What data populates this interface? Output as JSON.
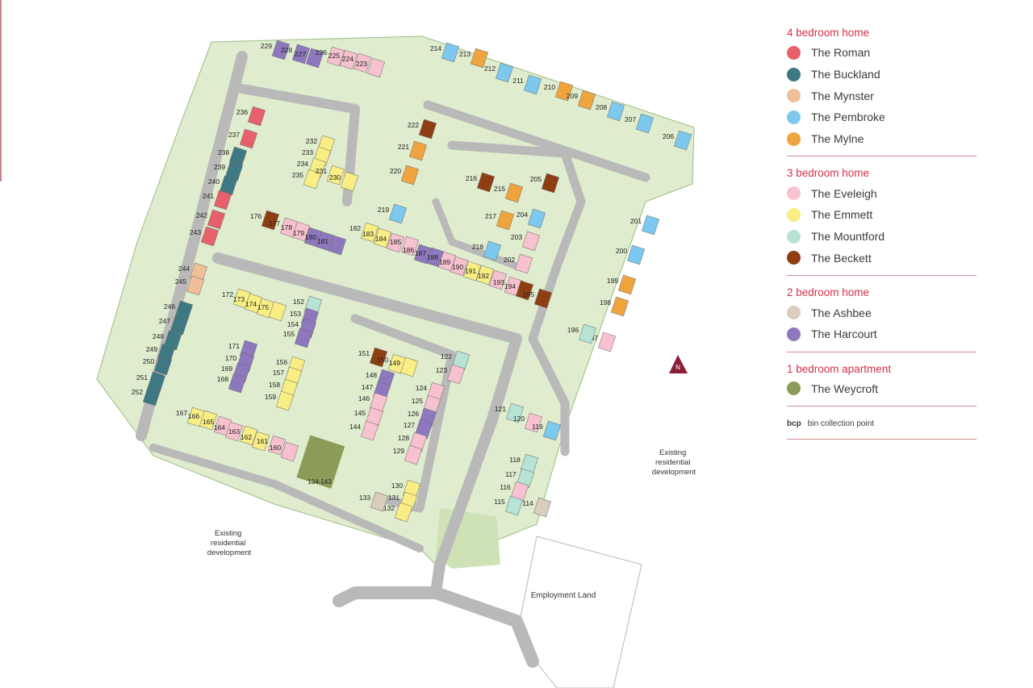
{
  "legend": {
    "sections": [
      {
        "title": "4 bedroom home",
        "items": [
          {
            "label": "The Roman",
            "color": "#e8606c"
          },
          {
            "label": "The Buckland",
            "color": "#3e7983"
          },
          {
            "label": "The Mynster",
            "color": "#efbf97"
          },
          {
            "label": "The Pembroke",
            "color": "#7cc8ee"
          },
          {
            "label": "The Mylne",
            "color": "#f0a43e"
          }
        ]
      },
      {
        "title": "3 bedroom home",
        "items": [
          {
            "label": "The Eveleigh",
            "color": "#f7c1cf"
          },
          {
            "label": "The Emmett",
            "color": "#f8ee84"
          },
          {
            "label": "The Mountford",
            "color": "#b6e3d6"
          },
          {
            "label": "The Beckett",
            "color": "#8f3d12"
          }
        ]
      },
      {
        "title": "2 bedroom home",
        "items": [
          {
            "label": "The Ashbee",
            "color": "#dacdbd"
          },
          {
            "label": "The Harcourt",
            "color": "#8e78bd"
          }
        ]
      },
      {
        "title": "1 bedroom apartment",
        "items": [
          {
            "label": "The Weycroft",
            "color": "#8a9c58"
          }
        ]
      }
    ],
    "bcp": {
      "key": "bcp",
      "text": "bin collection point"
    }
  },
  "map": {
    "labels": {
      "existing_left": [
        "Existing",
        "residential",
        "development"
      ],
      "existing_right": [
        "Existing",
        "residential",
        "development"
      ],
      "employment": "Employment Land",
      "north": "N",
      "apartment_block": "134-143"
    },
    "plots": [
      {
        "n": "229",
        "t": "The Harcourt"
      },
      {
        "n": "228",
        "t": "The Harcourt"
      },
      {
        "n": "227",
        "t": "The Harcourt"
      },
      {
        "n": "226",
        "t": "The Eveleigh"
      },
      {
        "n": "225",
        "t": "The Eveleigh"
      },
      {
        "n": "224",
        "t": "The Eveleigh"
      },
      {
        "n": "223",
        "t": "The Eveleigh"
      },
      {
        "n": "236",
        "t": "The Roman"
      },
      {
        "n": "237",
        "t": "The Roman"
      },
      {
        "n": "238",
        "t": "The Buckland"
      },
      {
        "n": "239",
        "t": "The Buckland"
      },
      {
        "n": "240",
        "t": "The Buckland"
      },
      {
        "n": "241",
        "t": "The Roman"
      },
      {
        "n": "242",
        "t": "The Roman"
      },
      {
        "n": "243",
        "t": "The Roman"
      },
      {
        "n": "244",
        "t": "The Mynster"
      },
      {
        "n": "245",
        "t": "The Mynster"
      },
      {
        "n": "246",
        "t": "The Buckland"
      },
      {
        "n": "247",
        "t": "The Buckland"
      },
      {
        "n": "248",
        "t": "The Buckland"
      },
      {
        "n": "249",
        "t": "The Buckland"
      },
      {
        "n": "250",
        "t": "The Buckland"
      },
      {
        "n": "251",
        "t": "The Buckland"
      },
      {
        "n": "252",
        "t": "The Buckland"
      },
      {
        "n": "232",
        "t": "The Emmett"
      },
      {
        "n": "233",
        "t": "The Emmett"
      },
      {
        "n": "234",
        "t": "The Emmett"
      },
      {
        "n": "235",
        "t": "The Emmett"
      },
      {
        "n": "231",
        "t": "The Emmett"
      },
      {
        "n": "230",
        "t": "The Emmett"
      },
      {
        "n": "176",
        "t": "The Beckett"
      },
      {
        "n": "177",
        "t": "The Eveleigh"
      },
      {
        "n": "178",
        "t": "The Eveleigh"
      },
      {
        "n": "179",
        "t": "The Harcourt"
      },
      {
        "n": "180",
        "t": "The Harcourt"
      },
      {
        "n": "181",
        "t": "The Harcourt"
      },
      {
        "n": "182",
        "t": "The Emmett"
      },
      {
        "n": "183",
        "t": "The Emmett"
      },
      {
        "n": "184",
        "t": "The Eveleigh"
      },
      {
        "n": "185",
        "t": "The Eveleigh"
      },
      {
        "n": "186",
        "t": "The Harcourt"
      },
      {
        "n": "187",
        "t": "The Harcourt"
      },
      {
        "n": "188",
        "t": "The Eveleigh"
      },
      {
        "n": "189",
        "t": "The Eveleigh"
      },
      {
        "n": "190",
        "t": "The Emmett"
      },
      {
        "n": "191",
        "t": "The Emmett"
      },
      {
        "n": "192",
        "t": "The Eveleigh"
      },
      {
        "n": "193",
        "t": "The Eveleigh"
      },
      {
        "n": "194",
        "t": "The Beckett"
      },
      {
        "n": "195",
        "t": "The Beckett"
      },
      {
        "n": "172",
        "t": "The Emmett"
      },
      {
        "n": "173",
        "t": "The Emmett"
      },
      {
        "n": "174",
        "t": "The Emmett"
      },
      {
        "n": "175",
        "t": "The Emmett"
      },
      {
        "n": "152",
        "t": "The Mountford"
      },
      {
        "n": "153",
        "t": "The Harcourt"
      },
      {
        "n": "154",
        "t": "The Harcourt"
      },
      {
        "n": "155",
        "t": "The Harcourt"
      },
      {
        "n": "171",
        "t": "The Harcourt"
      },
      {
        "n": "170",
        "t": "The Harcourt"
      },
      {
        "n": "169",
        "t": "The Harcourt"
      },
      {
        "n": "168",
        "t": "The Harcourt"
      },
      {
        "n": "156",
        "t": "The Emmett"
      },
      {
        "n": "157",
        "t": "The Emmett"
      },
      {
        "n": "158",
        "t": "The Emmett"
      },
      {
        "n": "159",
        "t": "The Emmett"
      },
      {
        "n": "167",
        "t": "The Emmett"
      },
      {
        "n": "166",
        "t": "The Emmett"
      },
      {
        "n": "165",
        "t": "The Eveleigh"
      },
      {
        "n": "164",
        "t": "The Eveleigh"
      },
      {
        "n": "163",
        "t": "The Emmett"
      },
      {
        "n": "162",
        "t": "The Emmett"
      },
      {
        "n": "161",
        "t": "The Eveleigh"
      },
      {
        "n": "160",
        "t": "The Eveleigh"
      },
      {
        "n": "151",
        "t": "The Beckett"
      },
      {
        "n": "150",
        "t": "The Emmett"
      },
      {
        "n": "149",
        "t": "The Emmett"
      },
      {
        "n": "148",
        "t": "The Harcourt"
      },
      {
        "n": "147",
        "t": "The Harcourt"
      },
      {
        "n": "146",
        "t": "The Eveleigh"
      },
      {
        "n": "145",
        "t": "The Eveleigh"
      },
      {
        "n": "144",
        "t": "The Eveleigh"
      },
      {
        "n": "122",
        "t": "The Mountford"
      },
      {
        "n": "123",
        "t": "The Eveleigh"
      },
      {
        "n": "124",
        "t": "The Eveleigh"
      },
      {
        "n": "125",
        "t": "The Eveleigh"
      },
      {
        "n": "126",
        "t": "The Harcourt"
      },
      {
        "n": "127",
        "t": "The Harcourt"
      },
      {
        "n": "128",
        "t": "The Eveleigh"
      },
      {
        "n": "129",
        "t": "The Eveleigh"
      },
      {
        "n": "130",
        "t": "The Emmett"
      },
      {
        "n": "131",
        "t": "The Emmett"
      },
      {
        "n": "132",
        "t": "The Emmett"
      },
      {
        "n": "133",
        "t": "The Ashbee"
      },
      {
        "n": "214",
        "t": "The Pembroke"
      },
      {
        "n": "213",
        "t": "The Mylne"
      },
      {
        "n": "212",
        "t": "The Pembroke"
      },
      {
        "n": "211",
        "t": "The Pembroke"
      },
      {
        "n": "210",
        "t": "The Mylne"
      },
      {
        "n": "209",
        "t": "The Mylne"
      },
      {
        "n": "208",
        "t": "The Pembroke"
      },
      {
        "n": "207",
        "t": "The Pembroke"
      },
      {
        "n": "206",
        "t": "The Pembroke"
      },
      {
        "n": "222",
        "t": "The Beckett"
      },
      {
        "n": "221",
        "t": "The Mylne"
      },
      {
        "n": "220",
        "t": "The Mylne"
      },
      {
        "n": "219",
        "t": "The Pembroke"
      },
      {
        "n": "216",
        "t": "The Beckett"
      },
      {
        "n": "215",
        "t": "The Mylne"
      },
      {
        "n": "205",
        "t": "The Beckett"
      },
      {
        "n": "204",
        "t": "The Pembroke"
      },
      {
        "n": "217",
        "t": "The Mylne"
      },
      {
        "n": "218",
        "t": "The Pembroke"
      },
      {
        "n": "203",
        "t": "The Eveleigh"
      },
      {
        "n": "202",
        "t": "The Eveleigh"
      },
      {
        "n": "201",
        "t": "The Pembroke"
      },
      {
        "n": "200",
        "t": "The Pembroke"
      },
      {
        "n": "199",
        "t": "The Mylne"
      },
      {
        "n": "198",
        "t": "The Mylne"
      },
      {
        "n": "197",
        "t": "The Eveleigh"
      },
      {
        "n": "196",
        "t": "The Mountford"
      },
      {
        "n": "121",
        "t": "The Mountford"
      },
      {
        "n": "120",
        "t": "The Eveleigh"
      },
      {
        "n": "119",
        "t": "The Pembroke"
      },
      {
        "n": "118",
        "t": "The Mountford"
      },
      {
        "n": "117",
        "t": "The Mountford"
      },
      {
        "n": "116",
        "t": "The Eveleigh"
      },
      {
        "n": "115",
        "t": "The Mountford"
      },
      {
        "n": "114",
        "t": "The Ashbee"
      }
    ]
  }
}
